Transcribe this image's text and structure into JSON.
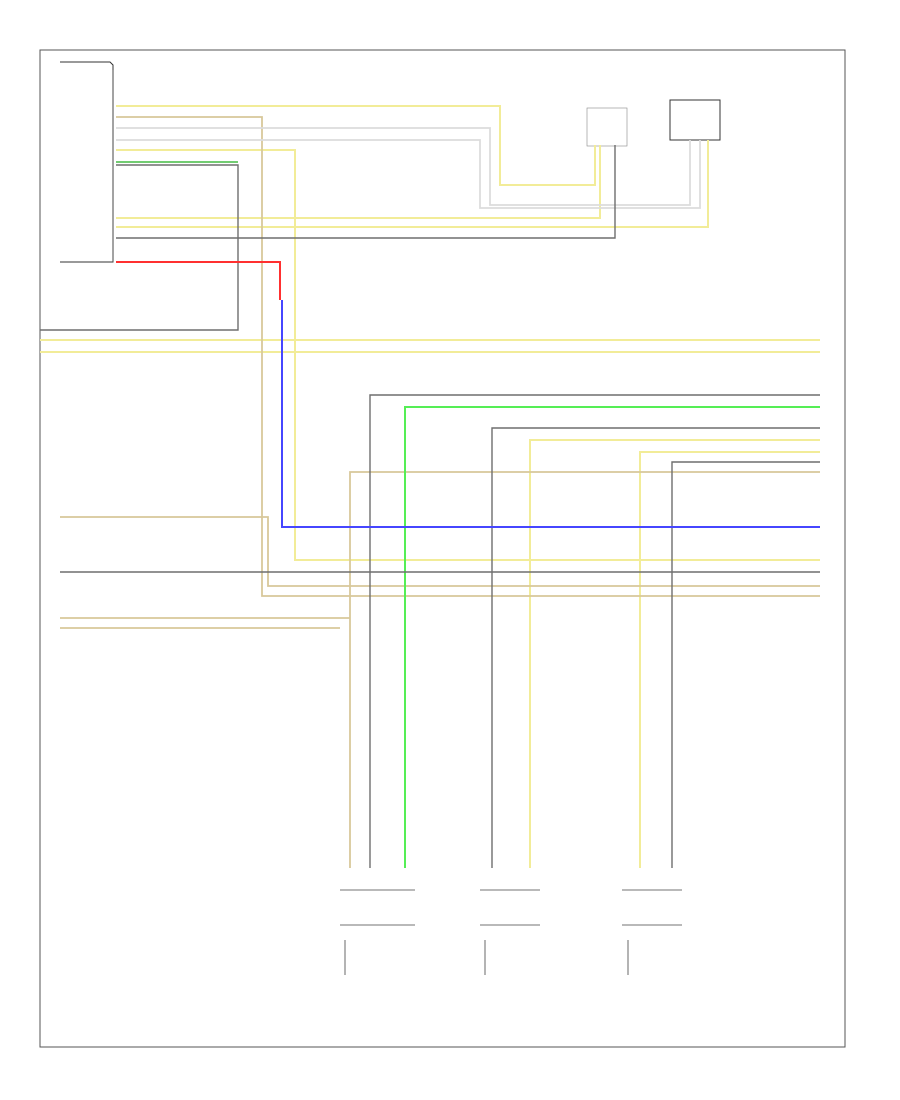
{
  "diagram": {
    "footer_code": "",
    "modules": [
      {
        "id": "control-module",
        "lines": [
          "",
          ""
        ]
      },
      {
        "id": "sensor-left",
        "lines": [
          "",
          "",
          ""
        ]
      },
      {
        "id": "sensor-right",
        "lines": [
          "",
          "",
          ""
        ]
      }
    ],
    "connectors": [],
    "wires": [
      {
        "id": "w-yel",
        "color": "#f2ec98"
      },
      {
        "id": "w-tan",
        "color": "#d8c89a"
      },
      {
        "id": "w-wht",
        "color": "#dcdcdc"
      },
      {
        "id": "w-red",
        "color": "#ff3030"
      },
      {
        "id": "w-blu",
        "color": "#4646ff"
      },
      {
        "id": "w-grn",
        "color": "#55ee55"
      },
      {
        "id": "w-gry",
        "color": "#6e6e6e"
      },
      {
        "id": "w-grn-short",
        "color": "#44bb44"
      }
    ]
  }
}
